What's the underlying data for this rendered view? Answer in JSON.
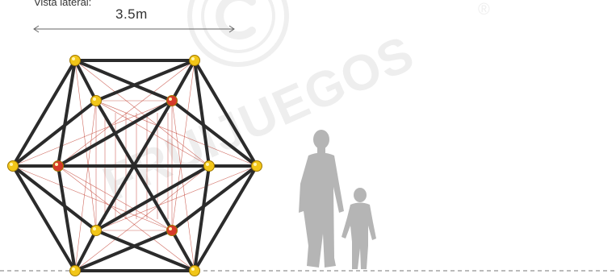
{
  "view_label": "Vista lateral:",
  "dimension_label": "3.5m",
  "watermark_text": "FRUIJUEGOS",
  "watermark_symbol": "®",
  "colors": {
    "frame": "#2b2b2b",
    "rope": "#c0392b",
    "connector_yellow": "#f2c618",
    "connector_red": "#d63a2a",
    "silhouette": "#b5b5b5",
    "watermark": "#ededed",
    "ground_line": "#777777"
  }
}
